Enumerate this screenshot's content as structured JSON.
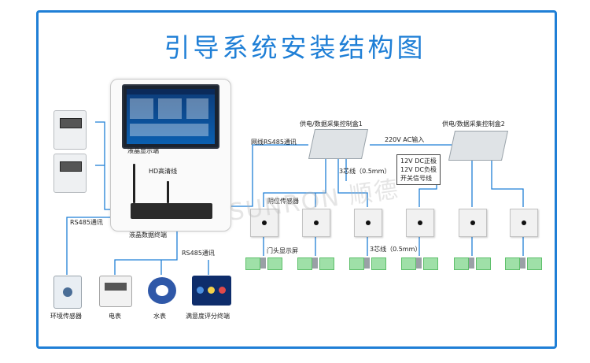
{
  "title": "引导系统安装结构图",
  "watermark": "SUNRON 顺德",
  "colors": {
    "border": "#1f7fd6",
    "line": "#1f7fd6",
    "title": "#1f7fd6"
  },
  "labels": {
    "lcd_display": "液晶显示端",
    "hd_cable": "HD高清线",
    "data_terminal": "液晶数据终端",
    "network_rs485": "网线RS485通讯",
    "rs485_left": "RS485通讯",
    "rs485_bottom": "RS485通讯",
    "controller1": "供电/数据采集控制盒1",
    "controller2": "供电/数据采集控制盒2",
    "ac_input": "220V AC输入",
    "cable_3core_1": "3芯线（0.5mm）",
    "cable_3core_2": "3芯线（0.5mm）",
    "pit_sensor": "阴位传感器",
    "door_display": "门头显示屏",
    "env_sensor": "环境传感器",
    "electric_meter": "电表",
    "water_meter": "水表",
    "rating_terminal": "满意度评分终端"
  },
  "legend_box": [
    "12V DC正极",
    "12V DC负极",
    "开关信号线"
  ]
}
